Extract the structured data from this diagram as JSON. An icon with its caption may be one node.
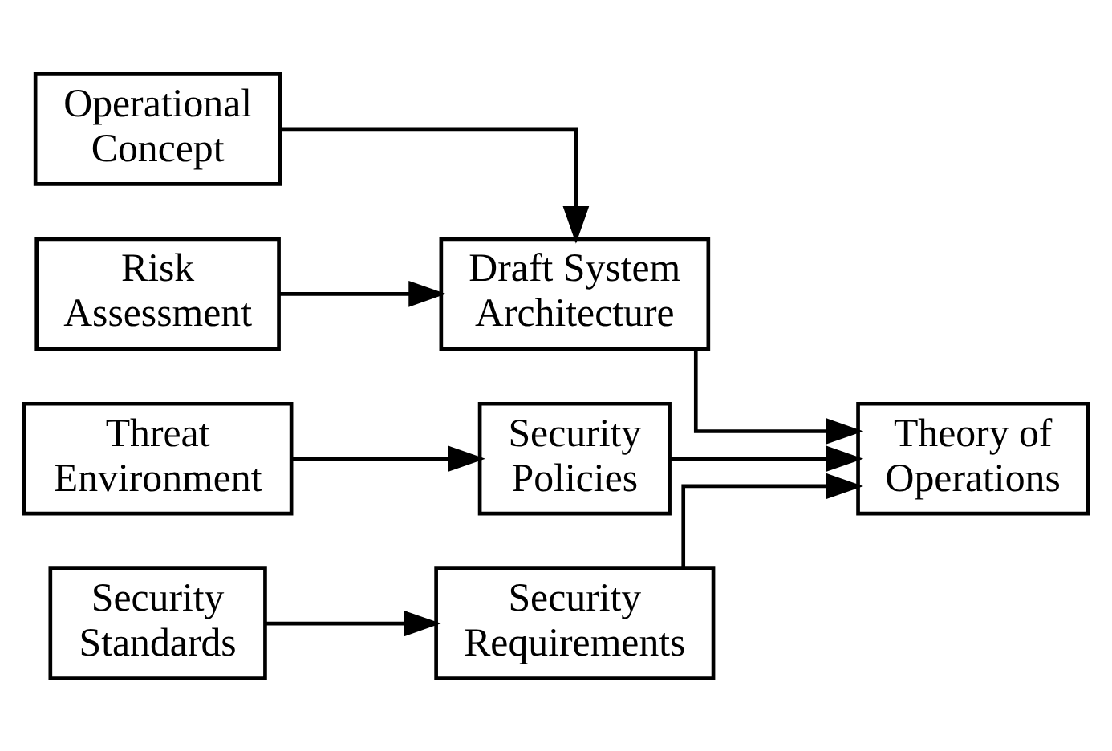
{
  "diagram": {
    "nodes": [
      {
        "text": [
          "Operational Concept"
        ]
      },
      {
        "text": [
          "Threat Environment"
        ]
      },
      {
        "text": [
          "Security Standards"
        ]
      },
      {
        "text": [
          "Risk Assessment"
        ]
      },
      {
        "text": [
          "Draft System Architecture"
        ]
      },
      {
        "text": [
          "Security Policies"
        ]
      },
      {
        "text": [
          "Security Requirements"
        ]
      },
      {
        "text": [
          "Theory of Operations"
        ]
      }
    ],
    "edges": [
      {
        "from": 0,
        "to": 4,
        "arrow": "to"
      },
      {
        "from": 3,
        "to": 4,
        "arrow": "to"
      },
      {
        "from": 1,
        "to": 5,
        "arrow": "to"
      },
      {
        "from": 2,
        "to": 6,
        "arrow": "to"
      },
      {
        "from": 4,
        "to": 7,
        "arrow": "to"
      },
      {
        "from": 5,
        "to": 7,
        "arrow": "to"
      },
      {
        "from": 6,
        "to": 7,
        "arrow": "to"
      }
    ]
  }
}
